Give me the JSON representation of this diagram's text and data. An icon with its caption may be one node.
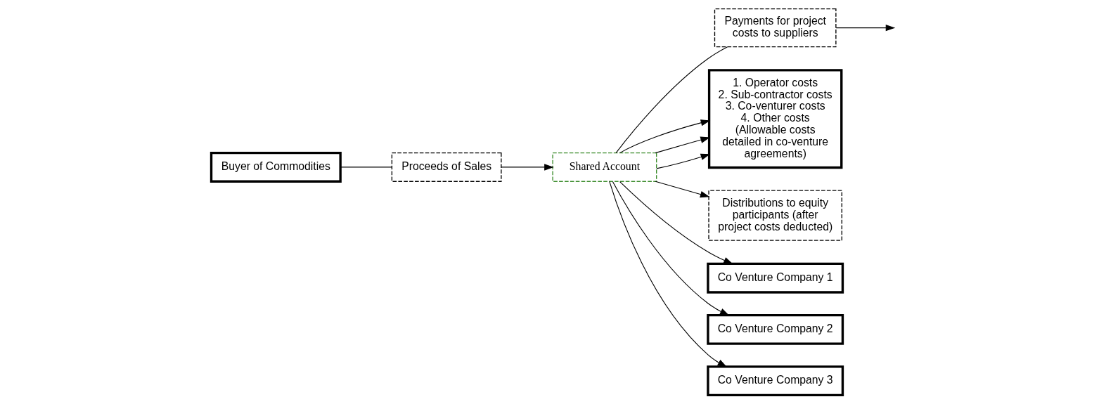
{
  "diagram": {
    "nodes": [
      {
        "text": [
          "Buyer of Commodities"
        ]
      },
      {
        "text": [
          "Proceeds of Sales"
        ]
      },
      {
        "text": [
          "Shared Account"
        ]
      },
      {
        "text": [
          "Payments for project costs to suppliers"
        ]
      },
      {
        "text": [
          "1. Operator costs",
          "2. Sub-contractor costs",
          "3. Co-venturer costs",
          "4. Other costs",
          "(Allowable costs detailed in co-venture agreements)"
        ]
      },
      {
        "text": [
          "Distributions to equity participants (after project costs deducted)"
        ]
      },
      {
        "text": [
          "Co Venture Company 1"
        ]
      },
      {
        "text": [
          "Co Venture Company 2"
        ]
      },
      {
        "text": [
          "Co Venture Company 3"
        ]
      }
    ],
    "edges": [
      {
        "from": 0,
        "to": 1,
        "arrow": "none"
      },
      {
        "from": 1,
        "to": 2,
        "arrow": "to"
      },
      {
        "from": 2,
        "to": 3,
        "arrow": "none"
      },
      {
        "from": 3,
        "to": null,
        "arrow": "to"
      },
      {
        "from": 2,
        "to": 4,
        "arrow": "to"
      },
      {
        "from": 2,
        "to": 4,
        "arrow": "to"
      },
      {
        "from": 2,
        "to": 4,
        "arrow": "to"
      },
      {
        "from": 2,
        "to": 5,
        "arrow": "to"
      },
      {
        "from": 2,
        "to": 6,
        "arrow": "to"
      },
      {
        "from": 2,
        "to": 7,
        "arrow": "to"
      },
      {
        "from": 2,
        "to": 8,
        "arrow": "to"
      }
    ]
  }
}
